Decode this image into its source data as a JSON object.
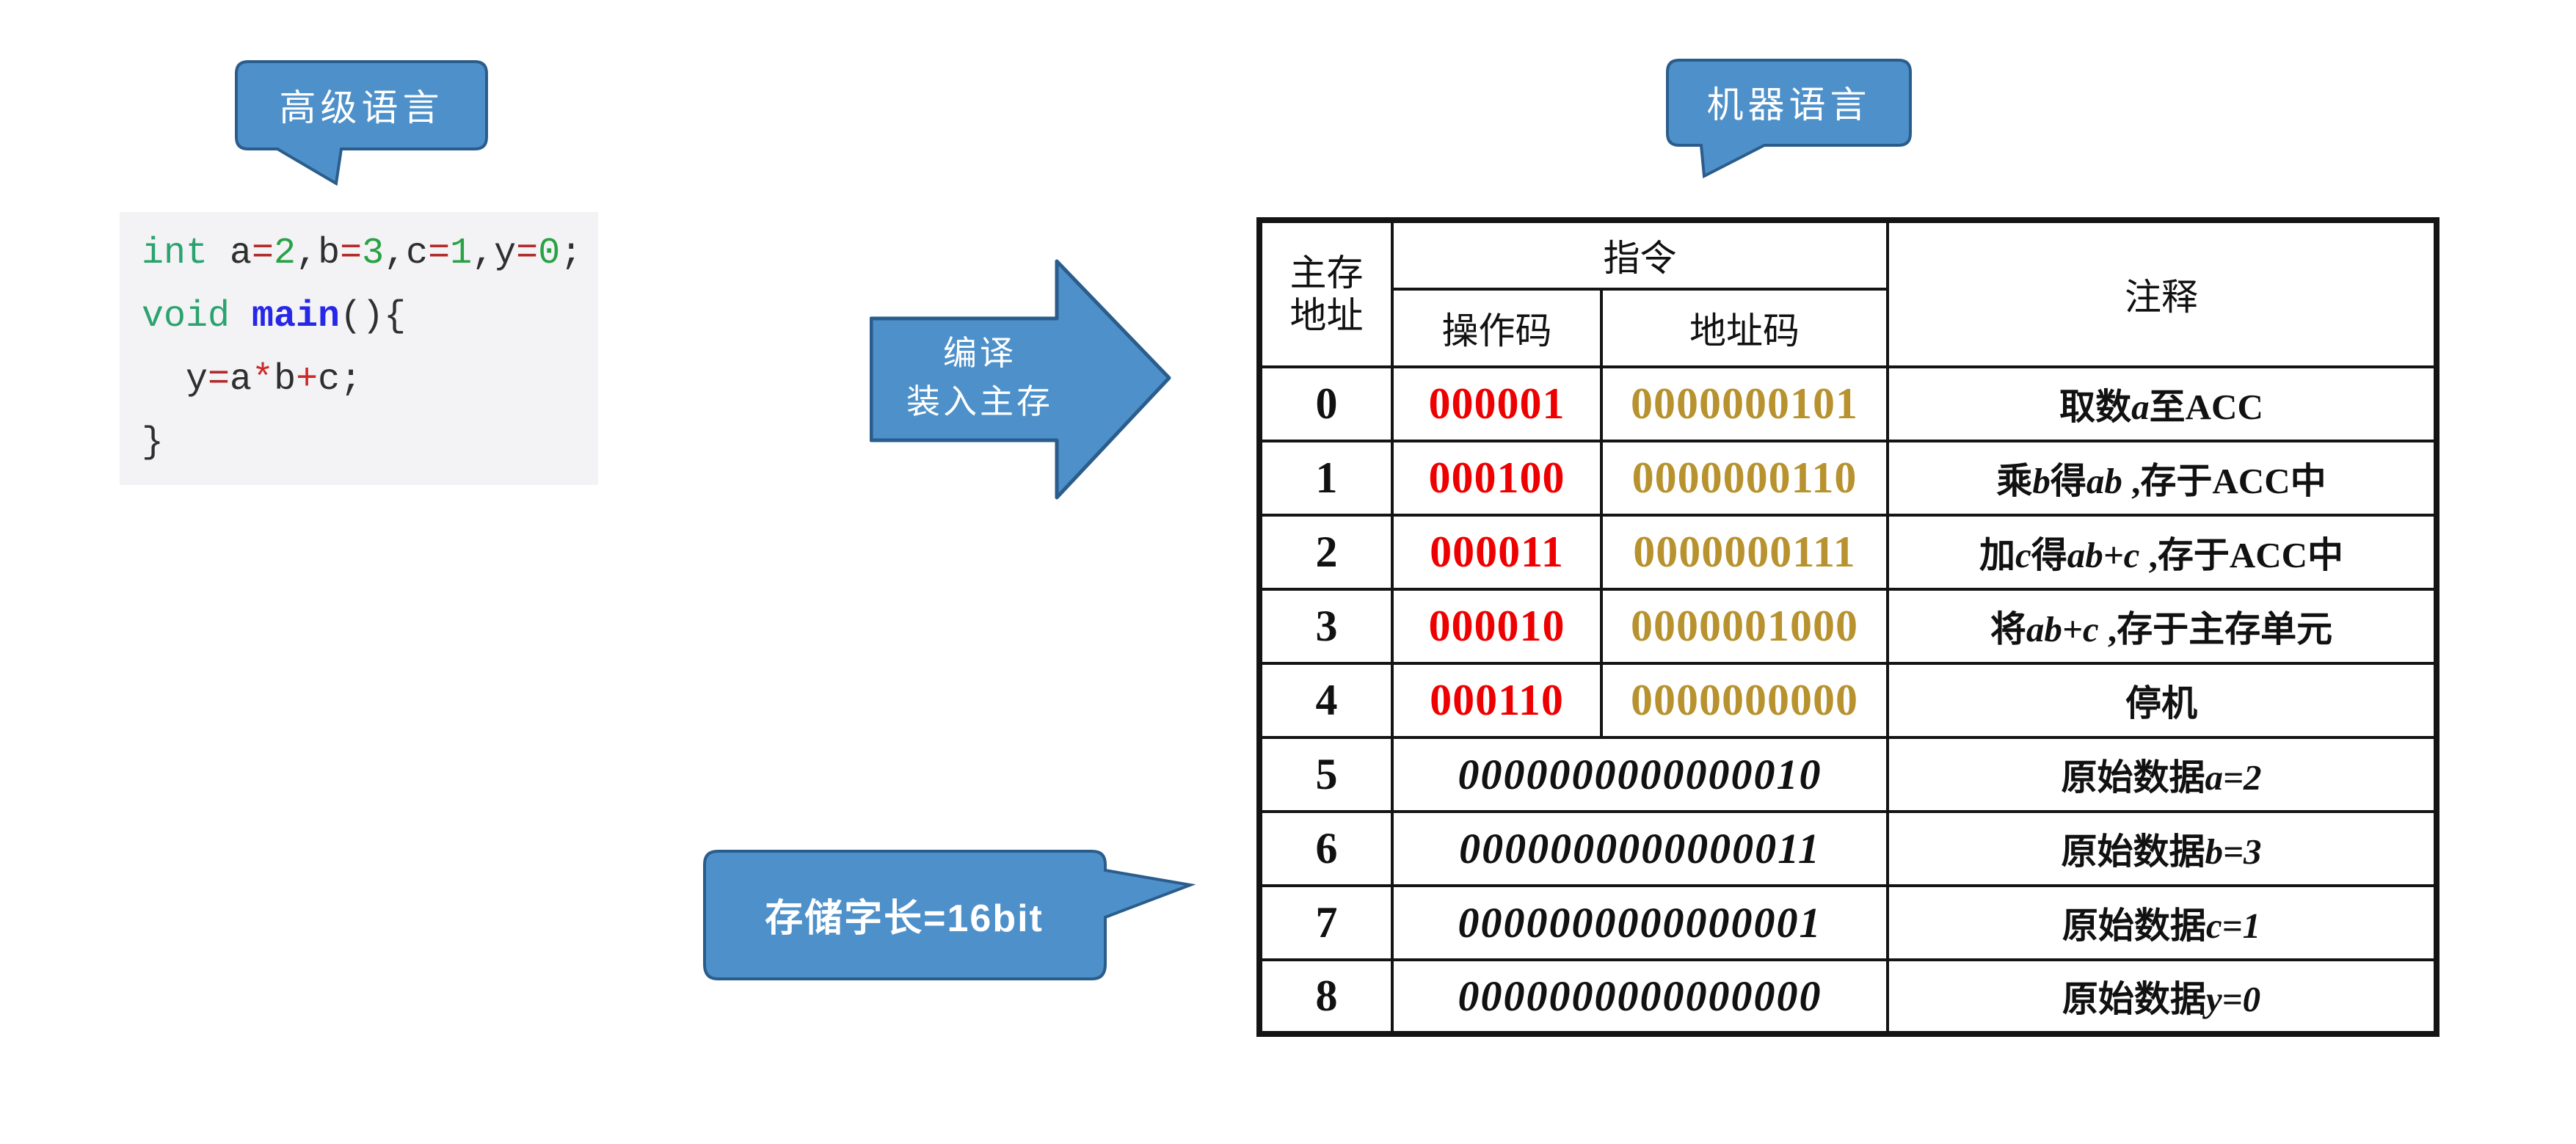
{
  "callouts": {
    "high_level": "高级语言",
    "machine": "机器语言",
    "word_length": "存储字长=16bit"
  },
  "arrow": {
    "line1": "编译",
    "line2": "装入主存"
  },
  "code": {
    "lines": [
      [
        [
          "int",
          "kw"
        ],
        [
          " a",
          "pl"
        ],
        [
          "=",
          "eq"
        ],
        [
          "2",
          "num"
        ],
        [
          ",b",
          "pl"
        ],
        [
          "=",
          "eq"
        ],
        [
          "3",
          "num"
        ],
        [
          ",c",
          "pl"
        ],
        [
          "=",
          "eq"
        ],
        [
          "1",
          "num"
        ],
        [
          ",y",
          "pl"
        ],
        [
          "=",
          "eq"
        ],
        [
          "0",
          "num"
        ],
        [
          ";",
          "pl"
        ]
      ],
      [
        [
          "void",
          "kw"
        ],
        [
          " ",
          "pl"
        ],
        [
          "main",
          "fn"
        ],
        [
          "(){",
          "pl"
        ]
      ],
      [
        [
          "  y",
          "pl"
        ],
        [
          "=",
          "eq"
        ],
        [
          "a",
          "pl"
        ],
        [
          "*",
          "op"
        ],
        [
          "b",
          "pl"
        ],
        [
          "+",
          "op"
        ],
        [
          "c",
          "pl"
        ],
        [
          ";",
          "pl"
        ]
      ],
      [
        [
          "}",
          "pl"
        ]
      ]
    ]
  },
  "table": {
    "headers": {
      "memory_address": [
        "主存",
        "地址"
      ],
      "instruction": "指令",
      "opcode": "操作码",
      "address_code": "地址码",
      "comment": "注释"
    },
    "rows": [
      {
        "addr": "0",
        "opcode": "000001",
        "addr_code": "0000000101",
        "comment": [
          [
            "取数",
            "p"
          ],
          [
            "a",
            "i"
          ],
          [
            "至ACC",
            "p"
          ]
        ]
      },
      {
        "addr": "1",
        "opcode": "000100",
        "addr_code": "0000000110",
        "comment": [
          [
            "乘",
            "p"
          ],
          [
            "b",
            "i"
          ],
          [
            "得",
            "p"
          ],
          [
            "ab",
            "i"
          ],
          [
            " ,存于ACC中",
            "p"
          ]
        ]
      },
      {
        "addr": "2",
        "opcode": "000011",
        "addr_code": "0000000111",
        "comment": [
          [
            "加",
            "p"
          ],
          [
            "c",
            "i"
          ],
          [
            "得",
            "p"
          ],
          [
            "ab+c",
            "i"
          ],
          [
            " ,存于ACC中",
            "p"
          ]
        ]
      },
      {
        "addr": "3",
        "opcode": "000010",
        "addr_code": "0000001000",
        "comment": [
          [
            "将",
            "p"
          ],
          [
            "ab+c",
            "i"
          ],
          [
            " ,存于主存单元",
            "p"
          ]
        ]
      },
      {
        "addr": "4",
        "opcode": "000110",
        "addr_code": "0000000000",
        "comment": [
          [
            "停机",
            "p"
          ]
        ]
      },
      {
        "addr": "5",
        "word": "0000000000000010",
        "comment": [
          [
            "原始数据",
            "p"
          ],
          [
            "a=2",
            "i"
          ]
        ]
      },
      {
        "addr": "6",
        "word": "0000000000000011",
        "comment": [
          [
            "原始数据",
            "p"
          ],
          [
            "b=3",
            "i"
          ]
        ]
      },
      {
        "addr": "7",
        "word": "0000000000000001",
        "comment": [
          [
            "原始数据",
            "p"
          ],
          [
            "c=1",
            "i"
          ]
        ]
      },
      {
        "addr": "8",
        "word": "0000000000000000",
        "comment": [
          [
            "原始数据",
            "p"
          ],
          [
            "y=0",
            "i"
          ]
        ]
      }
    ]
  },
  "colors": {
    "bubble_blue": "#4e90c9",
    "bubble_border": "#2b5d8c",
    "opcode_red": "#ee0000",
    "address_gold": "#b7922e",
    "code_keyword_green": "#2aa36e",
    "code_number_green": "#28a245",
    "code_function_blue": "#2727e8",
    "code_operator_red": "#cc2b2b"
  }
}
